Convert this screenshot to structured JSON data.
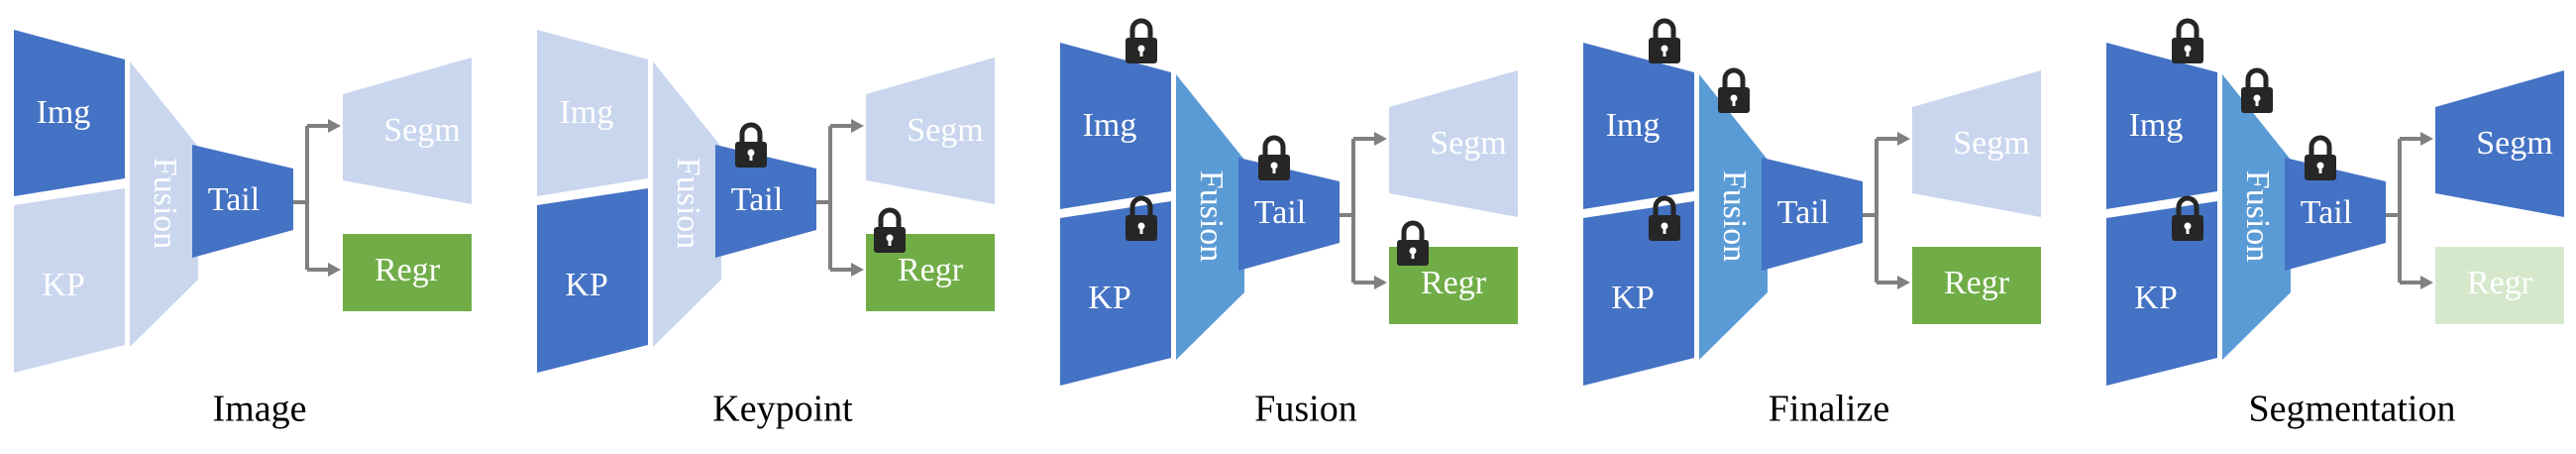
{
  "colors": {
    "dark_blue": "#4472C4",
    "light_blue": "#C9D6EE",
    "mid_blue": "#5B9BD5",
    "green": "#70AD47",
    "light_green": "#D5E8CC",
    "arrow_gray": "#808080",
    "lock": "#262626"
  },
  "panels": [
    {
      "caption": "Image",
      "img": {
        "label": "Img",
        "color": "#4472C4",
        "locked": false
      },
      "kp": {
        "label": "KP",
        "color": "#C9D6EE",
        "locked": false
      },
      "fusion": {
        "label": "Fusion",
        "color": "#C9D6EE",
        "locked": false
      },
      "tail": {
        "label": "Tail",
        "color": "#4472C4",
        "locked": false
      },
      "segm": {
        "label": "Segm",
        "color": "#C9D6EE",
        "locked": false
      },
      "regr": {
        "label": "Regr",
        "color": "#70AD47",
        "locked": false
      }
    },
    {
      "caption": "Keypoint",
      "img": {
        "label": "Img",
        "color": "#C9D6EE",
        "locked": false
      },
      "kp": {
        "label": "KP",
        "color": "#4472C4",
        "locked": false
      },
      "fusion": {
        "label": "Fusion",
        "color": "#C9D6EE",
        "locked": false
      },
      "tail": {
        "label": "Tail",
        "color": "#4472C4",
        "locked": true
      },
      "segm": {
        "label": "Segm",
        "color": "#C9D6EE",
        "locked": false
      },
      "regr": {
        "label": "Regr",
        "color": "#70AD47",
        "locked": true
      }
    },
    {
      "caption": "Fusion",
      "img": {
        "label": "Img",
        "color": "#4472C4",
        "locked": true
      },
      "kp": {
        "label": "KP",
        "color": "#4472C4",
        "locked": true
      },
      "fusion": {
        "label": "Fusion",
        "color": "#5B9BD5",
        "locked": false
      },
      "tail": {
        "label": "Tail",
        "color": "#4472C4",
        "locked": true
      },
      "segm": {
        "label": "Segm",
        "color": "#C9D6EE",
        "locked": false
      },
      "regr": {
        "label": "Regr",
        "color": "#70AD47",
        "locked": true
      }
    },
    {
      "caption": "Finalize",
      "img": {
        "label": "Img",
        "color": "#4472C4",
        "locked": true
      },
      "kp": {
        "label": "KP",
        "color": "#4472C4",
        "locked": true
      },
      "fusion": {
        "label": "Fusion",
        "color": "#5B9BD5",
        "locked": true
      },
      "tail": {
        "label": "Tail",
        "color": "#4472C4",
        "locked": false
      },
      "segm": {
        "label": "Segm",
        "color": "#C9D6EE",
        "locked": false
      },
      "regr": {
        "label": "Regr",
        "color": "#70AD47",
        "locked": false
      }
    },
    {
      "caption": "Segmentation",
      "img": {
        "label": "Img",
        "color": "#4472C4",
        "locked": true
      },
      "kp": {
        "label": "KP",
        "color": "#4472C4",
        "locked": true
      },
      "fusion": {
        "label": "Fusion",
        "color": "#5B9BD5",
        "locked": true
      },
      "tail": {
        "label": "Tail",
        "color": "#4472C4",
        "locked": true
      },
      "segm": {
        "label": "Segm",
        "color": "#4472C4",
        "locked": false
      },
      "regr": {
        "label": "Regr",
        "color": "#D5E8CC",
        "locked": false
      }
    }
  ]
}
